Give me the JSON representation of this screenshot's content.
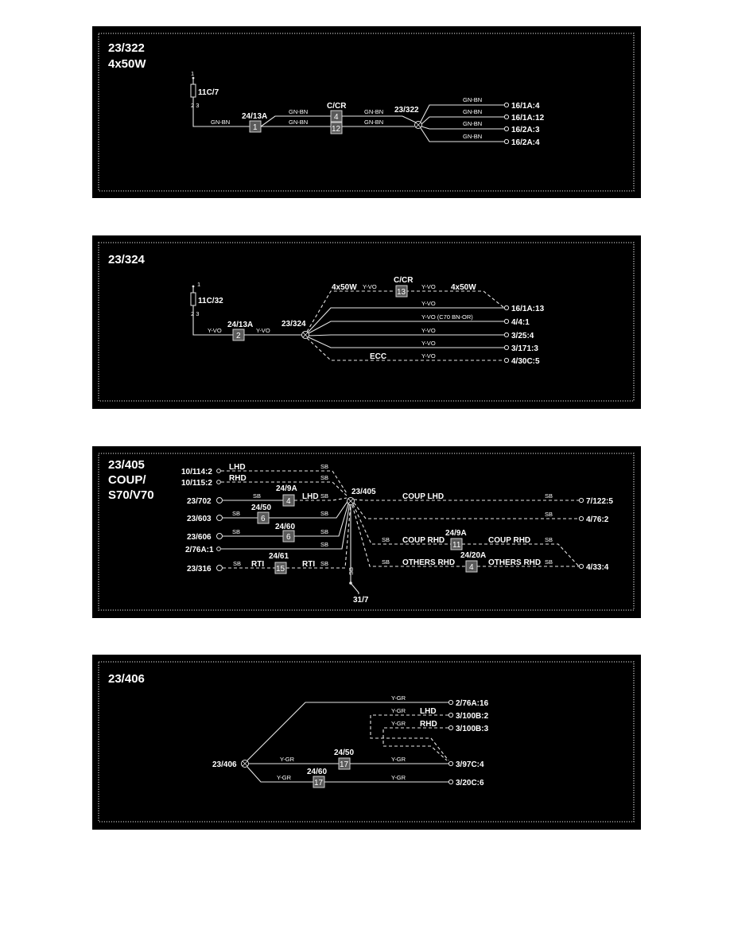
{
  "diagrams": [
    {
      "title_line1": "23/322",
      "title_line2": "4x50W",
      "source": "11C/7",
      "source_pin_top": "1",
      "source_pins_bottom": "2  3",
      "wire_color": "GN-BN",
      "connector_a": "24/13A",
      "connector_a_pin": "1",
      "connector_b": "C/CR",
      "connector_b_pin_top": "4",
      "connector_b_pin_bottom": "12",
      "splice": "23/322",
      "endpoints": [
        "16/1A:4",
        "16/1A:12",
        "16/2A:3",
        "16/2A:4"
      ]
    },
    {
      "title_line1": "23/324",
      "source": "11C/32",
      "source_pin_top": "1",
      "source_pins_bottom": "2  3",
      "wire_color": "Y-VO",
      "connector_a": "24/13A",
      "connector_a_pin": "2",
      "splice": "23/324",
      "connector_b": "C/CR",
      "connector_b_pin": "13",
      "variant": "4x50W",
      "variant_wire_note": "Y-VO (C70 BN-OR)",
      "ecc": "ECC",
      "endpoints": [
        "16/1A:13",
        "4/4:1",
        "3/25:4",
        "3/171:3",
        "4/30C:5"
      ]
    },
    {
      "title_line1": "23/405",
      "title_line2": "COUP/",
      "title_line3": "S70/V70",
      "wire_color": "SB",
      "splice": "23/405",
      "ground": "31/7",
      "lhd": "LHD",
      "rhd": "RHD",
      "rti": "RTI",
      "coup_lhd": "COUP LHD",
      "coup_rhd": "COUP RHD",
      "others_rhd": "OTHERS RHD",
      "left_sources": [
        "10/114:2",
        "10/115:2",
        "23/702",
        "23/603",
        "23/606",
        "2/76A:1",
        "23/316"
      ],
      "conn_249a": "24/9A",
      "conn_249a_pin": "4",
      "conn_2450": "24/50",
      "conn_2450_pin": "6",
      "conn_2460": "24/60",
      "conn_2460_pin": "6",
      "conn_2461": "24/61",
      "conn_2461_pin": "15",
      "conn_249a_r_pin": "11",
      "conn_2420a": "24/20A",
      "conn_2420a_pin": "4",
      "endpoints": [
        "7/122:5",
        "4/76:2",
        "4/33:4"
      ]
    },
    {
      "title_line1": "23/406",
      "wire_color": "Y-GR",
      "splice": "23/406",
      "lhd": "LHD",
      "rhd": "RHD",
      "conn_2450": "24/50",
      "conn_2450_pin": "17",
      "conn_2460": "24/60",
      "conn_2460_pin": "17",
      "endpoints": [
        "2/76A:16",
        "3/100B:2",
        "3/100B:3",
        "3/97C:4",
        "3/20C:6"
      ]
    }
  ]
}
